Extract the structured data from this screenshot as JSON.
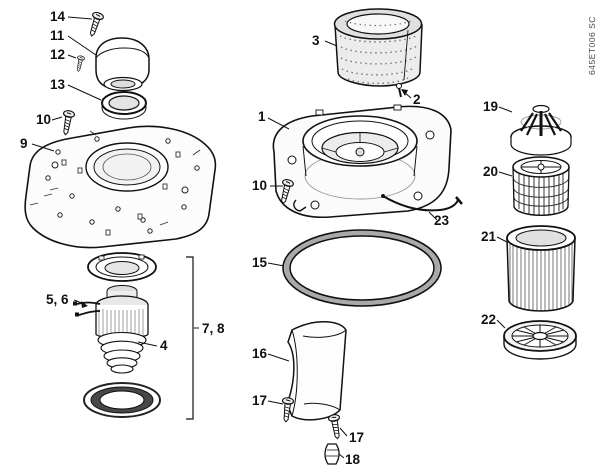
{
  "diagram": {
    "watermark": "645ET006 SC",
    "callouts": [
      "14",
      "11",
      "12",
      "13",
      "10",
      "9",
      "5, 6",
      "4",
      "7, 8",
      "3",
      "2",
      "1",
      "10",
      "23",
      "15",
      "16",
      "17",
      "17",
      "18",
      "19",
      "20",
      "21",
      "22"
    ]
  }
}
